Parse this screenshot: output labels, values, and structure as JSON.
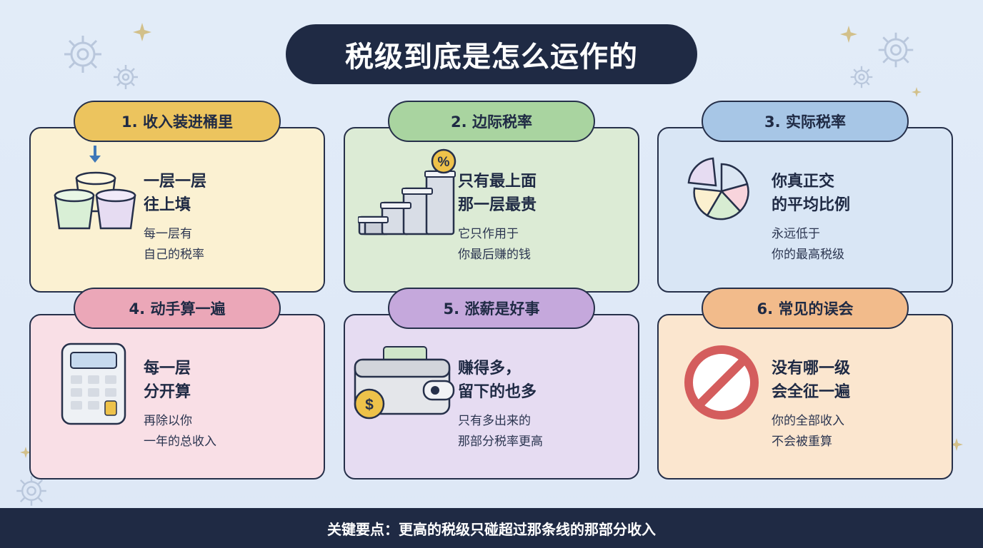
{
  "title": "税级到底是怎么运作的",
  "footer": "关键要点：更高的税级只碰超过那条线的那部分收入",
  "cards": [
    {
      "tag": "1. 收入装进桶里",
      "head": "一层一层\n往上填",
      "sub": "每一层有\n自己的税率",
      "icon": "stacked-buckets-icon"
    },
    {
      "tag": "2. 边际税率",
      "head": "只有最上面\n那一层最贵",
      "sub": "它只作用于\n你最后赚的钱",
      "icon": "stair-steps-icon",
      "icon_text": "%"
    },
    {
      "tag": "3. 实际税率",
      "head": "你真正交\n的平均比例",
      "sub": "永远低于\n你的最高税级",
      "icon": "pie-chart-icon"
    },
    {
      "tag": "4. 动手算一遍",
      "head": "每一层\n分开算",
      "sub": "再除以你\n一年的总收入",
      "icon": "calculator-icon"
    },
    {
      "tag": "5. 涨薪是好事",
      "head": "赚得多，\n留下的也多",
      "sub": "只有多出来的\n那部分税率更高",
      "icon": "wallet-icon",
      "icon_text": "$"
    },
    {
      "tag": "6. 常见的误会",
      "head": "没有哪一级\n会全征一遍",
      "sub": "你的全部收入\n不会被重算",
      "icon": "prohibited-sign-icon"
    }
  ],
  "colors": {
    "navy": "#1f2a44",
    "card1": "#fbf1d2",
    "tag1": "#ecc45e",
    "card2": "#dcebd5",
    "tag2": "#a9d4a0",
    "card3": "#d9e6f5",
    "tag3": "#a7c6e6",
    "card4": "#f9dfe6",
    "tag4": "#eba7b8",
    "card5": "#e6dcf2",
    "tag5": "#c5a8dc",
    "card6": "#fbe6cf",
    "tag6": "#f2bb8b"
  }
}
